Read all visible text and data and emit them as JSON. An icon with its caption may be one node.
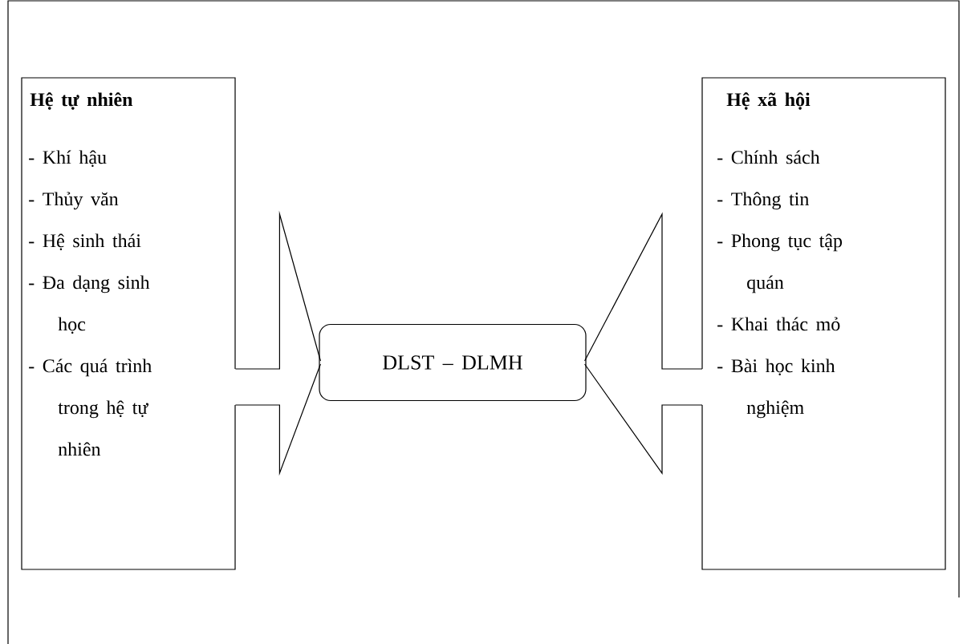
{
  "diagram": {
    "nodes": [
      {
        "text": [
          "Hệ tự nhiên",
          "- Khí hậu",
          "- Thủy văn",
          "- Hệ sinh thái",
          "- Đa dạng sinh học",
          "- Các quá trình trong hệ tự nhiên"
        ]
      },
      {
        "text": [
          "DLST – DLMH"
        ]
      },
      {
        "text": [
          "Hệ xã hội",
          "- Chính sách",
          "- Thông tin",
          "- Phong tục tập quán",
          "- Khai thác mỏ",
          "- Bài học kinh nghiệm"
        ]
      }
    ],
    "edges": [
      {
        "from": 0,
        "to": 1,
        "arrow": "none"
      },
      {
        "from": 2,
        "to": 1,
        "arrow": "none"
      }
    ]
  }
}
